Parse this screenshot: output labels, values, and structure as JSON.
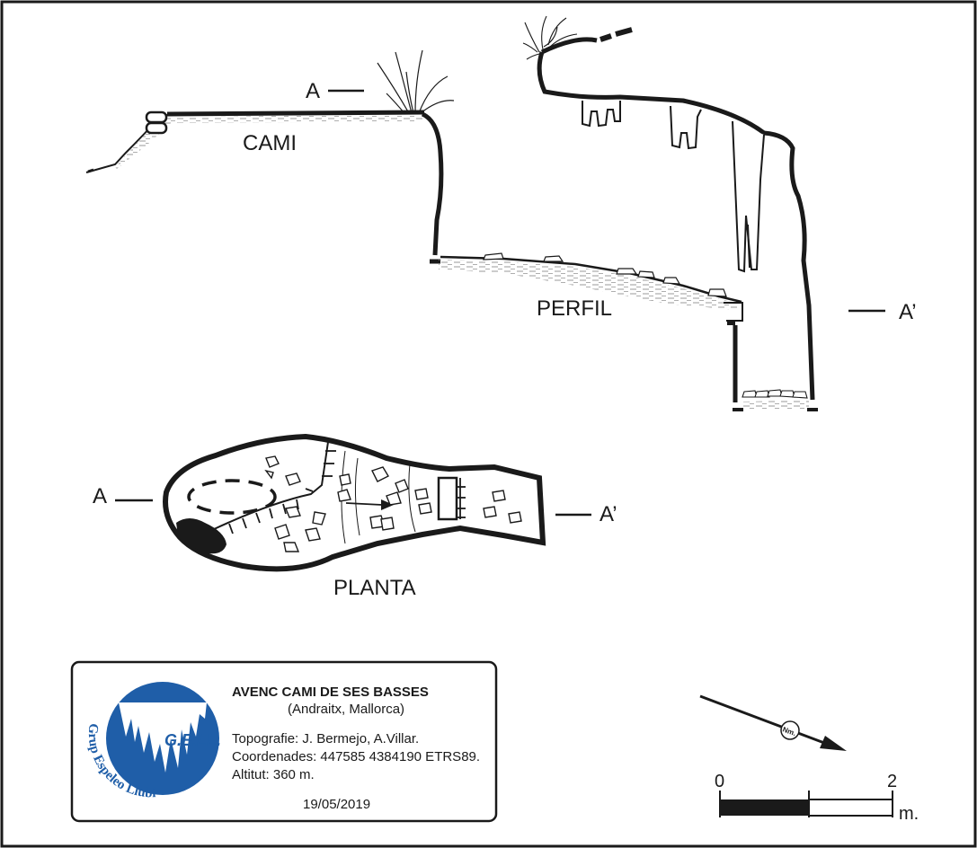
{
  "profile": {
    "section_label_start": "A",
    "section_label_end": "A’",
    "path_label": "CAMI",
    "view_label": "PERFIL"
  },
  "plan": {
    "section_label_start": "A",
    "section_label_end": "A’",
    "view_label": "PLANTA"
  },
  "title_block": {
    "title": "AVENC CAMI DE SES BASSES",
    "location": "(Andraitx, Mallorca)",
    "topography": "Topografie: J. Bermejo, A.Villar.",
    "coordinates": "Coordenades: 447585 4384190 ETRS89.",
    "altitude": "Altitut: 360 m.",
    "date": "19/05/2019"
  },
  "logo": {
    "name": "G.E.LL.",
    "ring_text": "Grup Espeleo Llubí",
    "color": "#1f5ea8"
  },
  "north_arrow": {
    "label": "Nm."
  },
  "scale_bar": {
    "start_label": "0",
    "end_label": "2",
    "unit": "m."
  },
  "colors": {
    "ink": "#1a1a1a",
    "sediment": "#9a9a9a",
    "logo_blue": "#1f5ea8"
  }
}
